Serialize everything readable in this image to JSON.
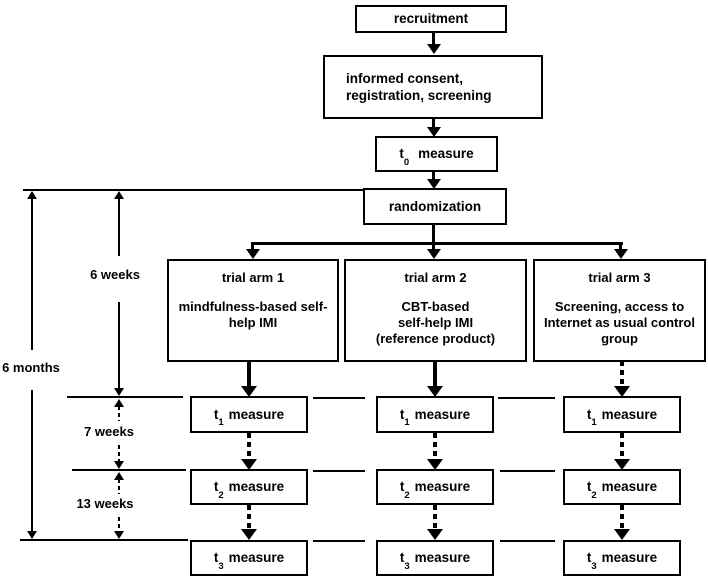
{
  "boxes": {
    "recruitment": "recruitment",
    "consent": {
      "line1": "informed consent,",
      "line2": "registration, screening"
    },
    "t0": {
      "prefix": "t",
      "sub": "0",
      "label": "measure"
    },
    "randomization": "randomization",
    "arms": [
      {
        "title": "trial arm 1",
        "lines": [
          "mindfulness-based self-",
          "help IMI"
        ]
      },
      {
        "title": "trial arm 2",
        "lines": [
          "CBT-based",
          "self-help IMI",
          "(reference product)"
        ]
      },
      {
        "title": "trial arm 3",
        "lines": [
          "Screening, access to",
          "Internet as usual control",
          "group"
        ]
      }
    ],
    "measures": [
      {
        "prefix": "t",
        "sub": "1",
        "label": "measure"
      },
      {
        "prefix": "t",
        "sub": "2",
        "label": "measure"
      },
      {
        "prefix": "t",
        "sub": "3",
        "label": "measure"
      }
    ]
  },
  "timeline_labels": {
    "six_weeks": "6 weeks",
    "seven_weeks": "7 weeks",
    "thirteen_weeks": "13 weeks",
    "six_months": "6 months"
  },
  "colors": {
    "line": "#000000",
    "background": "#ffffff",
    "text": "#000000"
  }
}
